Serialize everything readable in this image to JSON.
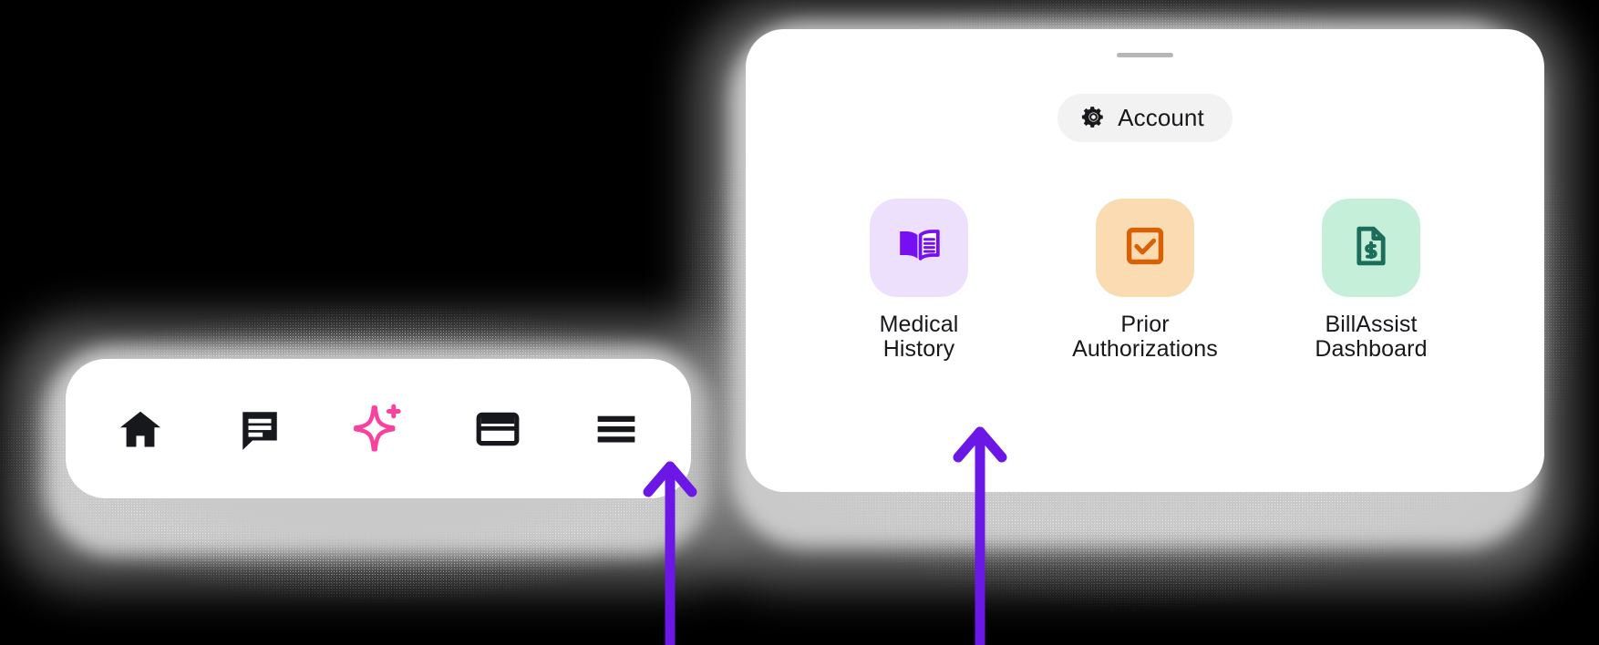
{
  "background_color": "#000000",
  "accent_colors": {
    "arrow_violet": "#6b18e6",
    "sparkle_pink": "#f9419e",
    "icon_dark": "#17181c",
    "handle_grey": "#b6b6b6",
    "pill_grey": "#f2f2f2"
  },
  "bottom_nav": {
    "name": "bottom-navigation-bar",
    "card_color": "#ffffff",
    "items": [
      {
        "id": "home",
        "icon": "home-icon",
        "color": "#17181c"
      },
      {
        "id": "messages",
        "icon": "chat-icon",
        "color": "#17181c"
      },
      {
        "id": "assist",
        "icon": "sparkle-icon",
        "color": "#f9419e"
      },
      {
        "id": "wallet",
        "icon": "credit-card-icon",
        "color": "#17181c"
      },
      {
        "id": "menu",
        "icon": "hamburger-menu-icon",
        "color": "#17181c"
      }
    ]
  },
  "sheet": {
    "name": "menu-sheet",
    "card_color": "#ffffff",
    "drag_handle": {
      "icon": "drag-handle-icon",
      "color": "#b6b6b6"
    },
    "account_button": {
      "label": "Account",
      "icon": "gear-icon",
      "background": "#f2f2f2"
    },
    "shortcuts": [
      {
        "label": "Medical\nHistory",
        "line1": "Medical",
        "line2": "History",
        "icon": "open-book-icon",
        "tile_color": "#ece0fd",
        "icon_color": "#7610f2"
      },
      {
        "label": "Prior\nAuthorizations",
        "line1": "Prior",
        "line2": "Authorizations",
        "icon": "checkbox-checked-icon",
        "tile_color": "#fbdcb2",
        "icon_color": "#d96105"
      },
      {
        "label": "BillAssist\nDashboard",
        "line1": "BillAssist",
        "line2": "Dashboard",
        "icon": "document-dollar-icon",
        "tile_color": "#c6efd9",
        "icon_color": "#1d6d5d"
      }
    ]
  },
  "annotations": [
    {
      "id": "arrow-to-menu",
      "icon": "up-arrow-icon",
      "color": "#6b18e6",
      "points_to": "hamburger-menu-icon"
    },
    {
      "id": "arrow-to-medical",
      "icon": "up-arrow-icon",
      "color": "#6b18e6",
      "points_to": "Medical History"
    }
  ]
}
